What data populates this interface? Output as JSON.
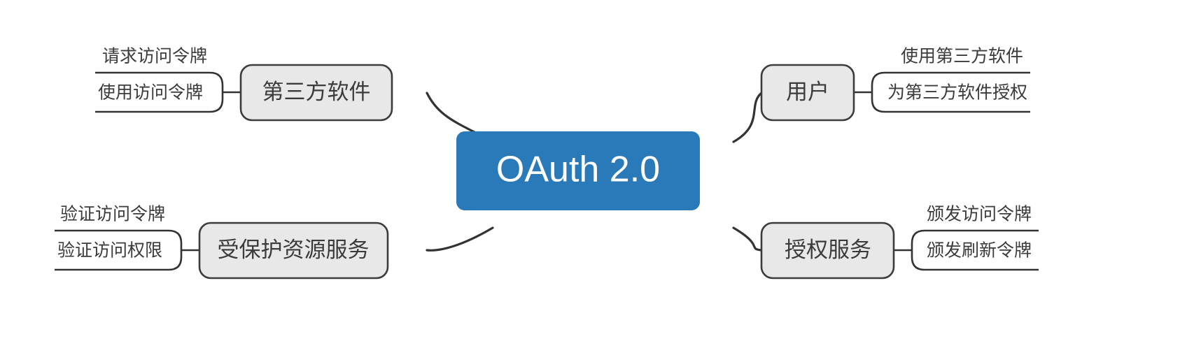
{
  "diagram": {
    "type": "mindmap",
    "background_color": "#ffffff",
    "root_color": "#2a7ab9",
    "branch_color": "#e8e8e8",
    "stroke_color": "#333333",
    "text_color": "#3b3b3b",
    "root_text_color": "#ffffff",
    "root": {
      "label": "OAuth 2.0"
    },
    "branches": [
      {
        "id": "third-party-software",
        "label": "第三方软件",
        "side": "left",
        "position": "top",
        "leaves": [
          {
            "id": "request-access-token",
            "label": "请求访问令牌"
          },
          {
            "id": "use-access-token",
            "label": "使用访问令牌"
          }
        ]
      },
      {
        "id": "protected-resource-service",
        "label": "受保护资源服务",
        "side": "left",
        "position": "bottom",
        "leaves": [
          {
            "id": "verify-access-token",
            "label": "验证访问令牌"
          },
          {
            "id": "verify-access-permission",
            "label": "验证访问权限"
          }
        ]
      },
      {
        "id": "user",
        "label": "用户",
        "side": "right",
        "position": "top",
        "leaves": [
          {
            "id": "use-third-party-software",
            "label": "使用第三方软件"
          },
          {
            "id": "authorize-third-party-software",
            "label": "为第三方软件授权"
          }
        ]
      },
      {
        "id": "authorization-service",
        "label": "授权服务",
        "side": "right",
        "position": "bottom",
        "leaves": [
          {
            "id": "issue-access-token",
            "label": "颁发访问令牌"
          },
          {
            "id": "issue-refresh-token",
            "label": "颁发刷新令牌"
          }
        ]
      }
    ]
  }
}
